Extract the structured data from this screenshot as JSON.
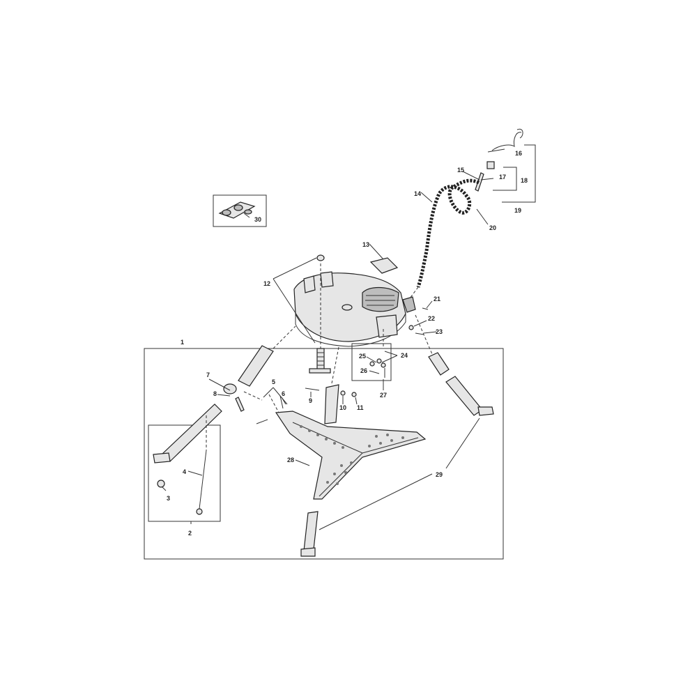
{
  "callouts": [
    "1",
    "2",
    "3",
    "4",
    "5",
    "6",
    "7",
    "8",
    "9",
    "10",
    "11",
    "12",
    "13",
    "14",
    "15",
    "16",
    "17",
    "18",
    "19",
    "20",
    "21",
    "22",
    "23",
    "24",
    "25",
    "26",
    "27",
    "28",
    "29",
    "30"
  ]
}
